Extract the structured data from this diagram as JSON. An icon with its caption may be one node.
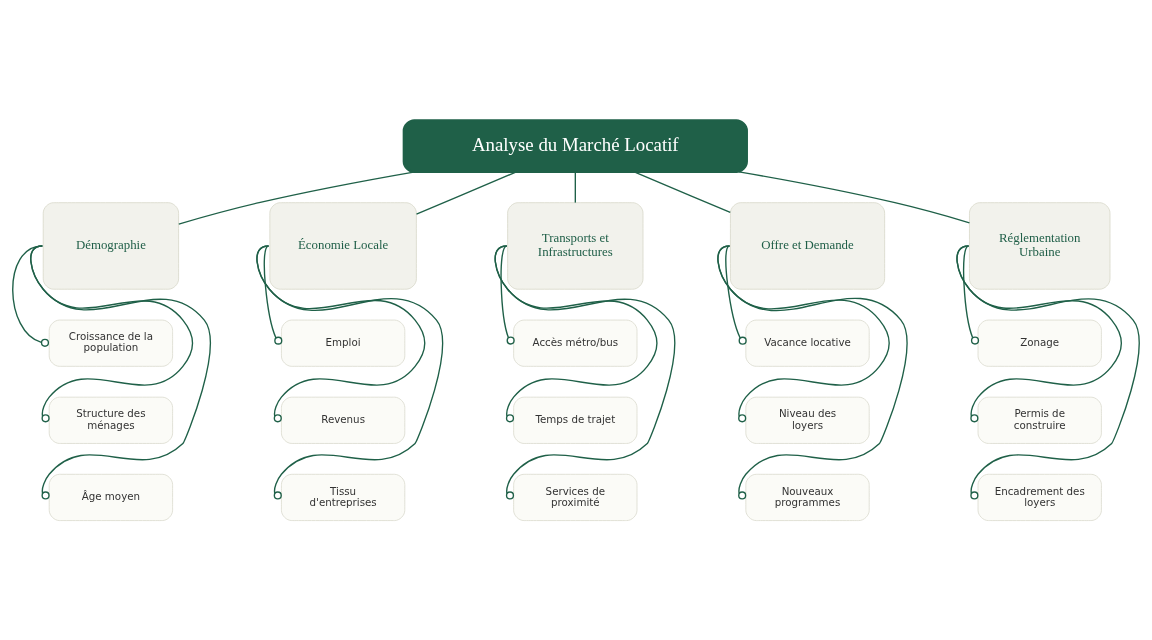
{
  "diagram": {
    "nodes": [
      {
        "text": [
          "Analyse du Marché Locatif"
        ]
      },
      {
        "text": [
          "Démographie"
        ]
      },
      {
        "text": [
          "Économie Locale"
        ]
      },
      {
        "text": [
          "Transports et Infrastructures"
        ]
      },
      {
        "text": [
          "Offre et Demande"
        ]
      },
      {
        "text": [
          "Réglementation Urbaine"
        ]
      },
      {
        "text": [
          "Croissance de la population"
        ]
      },
      {
        "text": [
          "Emploi"
        ]
      },
      {
        "text": [
          "Accès métro/bus"
        ]
      },
      {
        "text": [
          "Vacance locative"
        ]
      },
      {
        "text": [
          "Zonage"
        ]
      },
      {
        "text": [
          "Structure des ménages"
        ]
      },
      {
        "text": [
          "Revenus"
        ]
      },
      {
        "text": [
          "Temps de trajet"
        ]
      },
      {
        "text": [
          "Niveau des loyers"
        ]
      },
      {
        "text": [
          "Permis de construire"
        ]
      },
      {
        "text": [
          "Âge moyen"
        ]
      },
      {
        "text": [
          "Tissu d'entreprises"
        ]
      },
      {
        "text": [
          "Services de proximité"
        ]
      },
      {
        "text": [
          "Nouveaux programmes"
        ]
      },
      {
        "text": [
          "Encadrement des loyers"
        ]
      }
    ],
    "edges": [
      {
        "from": 0,
        "to": 1,
        "arrow": "none"
      },
      {
        "from": 0,
        "to": 2,
        "arrow": "none"
      },
      {
        "from": 0,
        "to": 3,
        "arrow": "none"
      },
      {
        "from": 0,
        "to": 4,
        "arrow": "none"
      },
      {
        "from": 0,
        "to": 5,
        "arrow": "none"
      },
      {
        "from": 1,
        "to": 6,
        "arrow": "other"
      },
      {
        "from": 1,
        "to": 11,
        "arrow": "other"
      },
      {
        "from": 1,
        "to": 16,
        "arrow": "other"
      },
      {
        "from": 2,
        "to": 7,
        "arrow": "other"
      },
      {
        "from": 2,
        "to": 12,
        "arrow": "other"
      },
      {
        "from": 2,
        "to": 17,
        "arrow": "other"
      },
      {
        "from": 3,
        "to": 8,
        "arrow": "other"
      },
      {
        "from": 3,
        "to": 13,
        "arrow": "other"
      },
      {
        "from": 3,
        "to": 18,
        "arrow": "other"
      },
      {
        "from": 4,
        "to": 9,
        "arrow": "other"
      },
      {
        "from": 4,
        "to": 14,
        "arrow": "other"
      },
      {
        "from": 4,
        "to": 19,
        "arrow": "other"
      },
      {
        "from": 5,
        "to": 10,
        "arrow": "other"
      },
      {
        "from": 5,
        "to": 15,
        "arrow": "other"
      },
      {
        "from": 5,
        "to": 20,
        "arrow": "other"
      }
    ]
  }
}
